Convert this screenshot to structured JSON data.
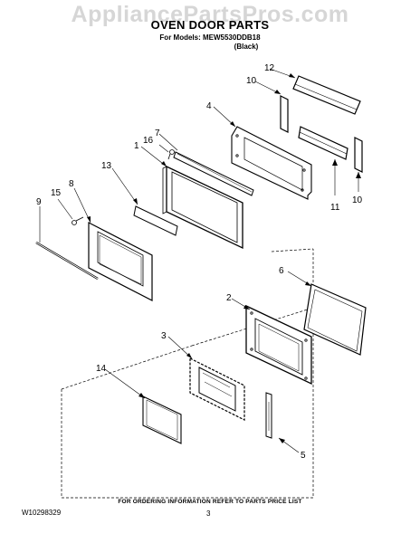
{
  "watermark": "AppliancePartsPros.com",
  "title": "OVEN DOOR PARTS",
  "models_line": "For Models: MEW5530DDB18",
  "color_line": "(Black)",
  "ordering_note": "FOR ORDERING INFORMATION REFER TO PARTS PRICE LIST",
  "doc_number": "W10298329",
  "page_number": "3",
  "callouts": {
    "c12": "12",
    "c10a": "10",
    "c4": "4",
    "c16": "16",
    "c7": "7",
    "c1": "1",
    "c13": "13",
    "c8": "8",
    "c15": "15",
    "c9": "9",
    "c11": "11",
    "c10b": "10",
    "c6": "6",
    "c2": "2",
    "c3": "3",
    "c14": "14",
    "c5": "5"
  }
}
